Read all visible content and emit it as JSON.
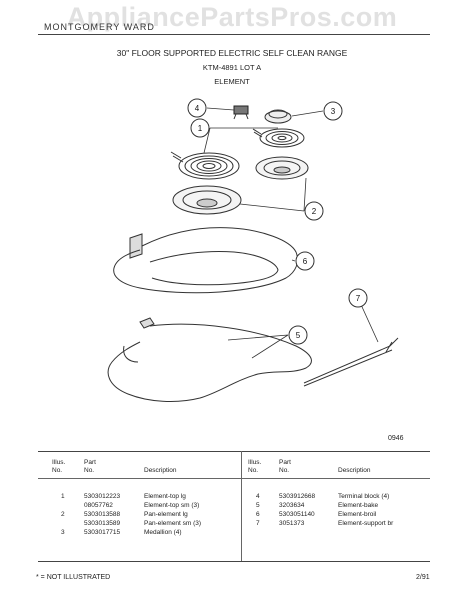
{
  "watermark": "AppliancePartsPros.com",
  "brand_line": "MONTGOMERY WARD",
  "title": "30\" FLOOR SUPPORTED ELECTRIC SELF CLEAN RANGE",
  "model": "KTM-4891 LOT A",
  "section": "ELEMENT",
  "figure_code": "0946",
  "callouts": [
    "1",
    "2",
    "3",
    "4",
    "5",
    "6",
    "7"
  ],
  "table": {
    "headers": {
      "illus": "Illus.",
      "no": "No.",
      "part": "Part",
      "part_no": "No.",
      "description": "Description"
    },
    "left_rows": [
      {
        "illus": "1",
        "part": "5303012223",
        "desc": "Element-top lg"
      },
      {
        "illus": "",
        "part": "08057762",
        "desc": "Element-top sm (3)"
      },
      {
        "illus": "2",
        "part": "5303013588",
        "desc": "Pan-element lg"
      },
      {
        "illus": "",
        "part": "5303013589",
        "desc": "Pan-element sm (3)"
      },
      {
        "illus": "3",
        "part": "5303017715",
        "desc": "Medallion (4)"
      }
    ],
    "right_rows": [
      {
        "illus": "4",
        "part": "5303912668",
        "desc": "Terminal block (4)"
      },
      {
        "illus": "5",
        "part": "3203634",
        "desc": "Element-bake"
      },
      {
        "illus": "6",
        "part": "5303051140",
        "desc": "Element-broil"
      },
      {
        "illus": "7",
        "part": "3051373",
        "desc": "Element-support br"
      }
    ]
  },
  "footer_note": "* = NOT ILLUSTRATED",
  "footer_date": "2/91"
}
